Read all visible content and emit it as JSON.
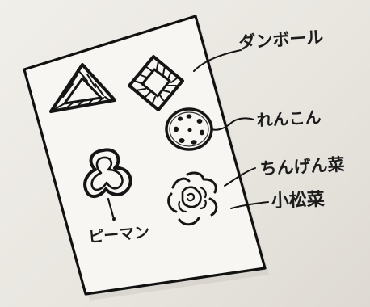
{
  "sketch": {
    "labels": {
      "dumbbell": "ダンボール",
      "lotus_root": "れんこん",
      "bok_choy": "ちんげん菜",
      "komatsuna": "小松菜",
      "green_pepper": "ピーマン"
    },
    "ink_color": "#151515",
    "paper_color": "#f7f6f2"
  }
}
